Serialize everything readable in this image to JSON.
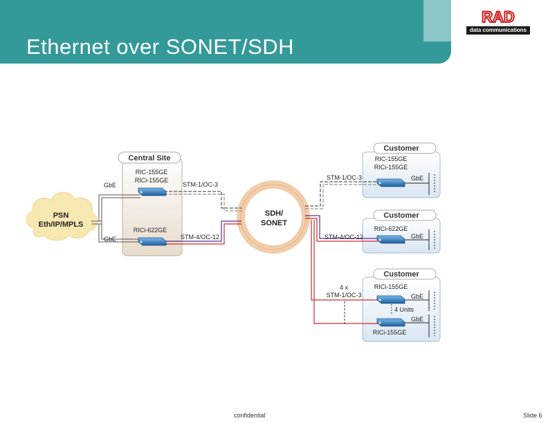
{
  "header": {
    "title": "Ethernet over SONET/SDH"
  },
  "logo": {
    "brand": "RAD",
    "tagline": "data communications"
  },
  "footer": {
    "center": "confidential",
    "slide": "Slide 6"
  },
  "diagram": {
    "central_site": {
      "title": "Central Site",
      "device1": "RIC-155GE",
      "device1b": "RICi-155GE",
      "device2": "RICi-622GE",
      "gbe_top": "GbE",
      "gbe_bottom": "GbE",
      "link_top": "STM-1/OC-3",
      "link_bottom": "STM-4/OC-12"
    },
    "psn": {
      "line1": "PSN",
      "line2": "Eth/IP/MPLS"
    },
    "ring": {
      "line1": "SDH/",
      "line2": "SONET"
    },
    "customer1": {
      "title": "Customer",
      "device": "RIC-155GE",
      "device_b": "RICi-155GE",
      "link": "STM-1/OC-3",
      "gbe": "GbE"
    },
    "customer2": {
      "title": "Customer",
      "device": "RICi-622GE",
      "link": "STM-4/OC-12",
      "gbe": "GbE"
    },
    "customer3": {
      "title": "Customer",
      "device_top": "RICi-155GE",
      "device_bottom": "RICi-155GE",
      "link_line1": "4 x",
      "link_line2": "STM-1/OC-3",
      "units": "4 Units",
      "gbe_top": "GbE",
      "gbe_bottom": "GbE"
    }
  }
}
